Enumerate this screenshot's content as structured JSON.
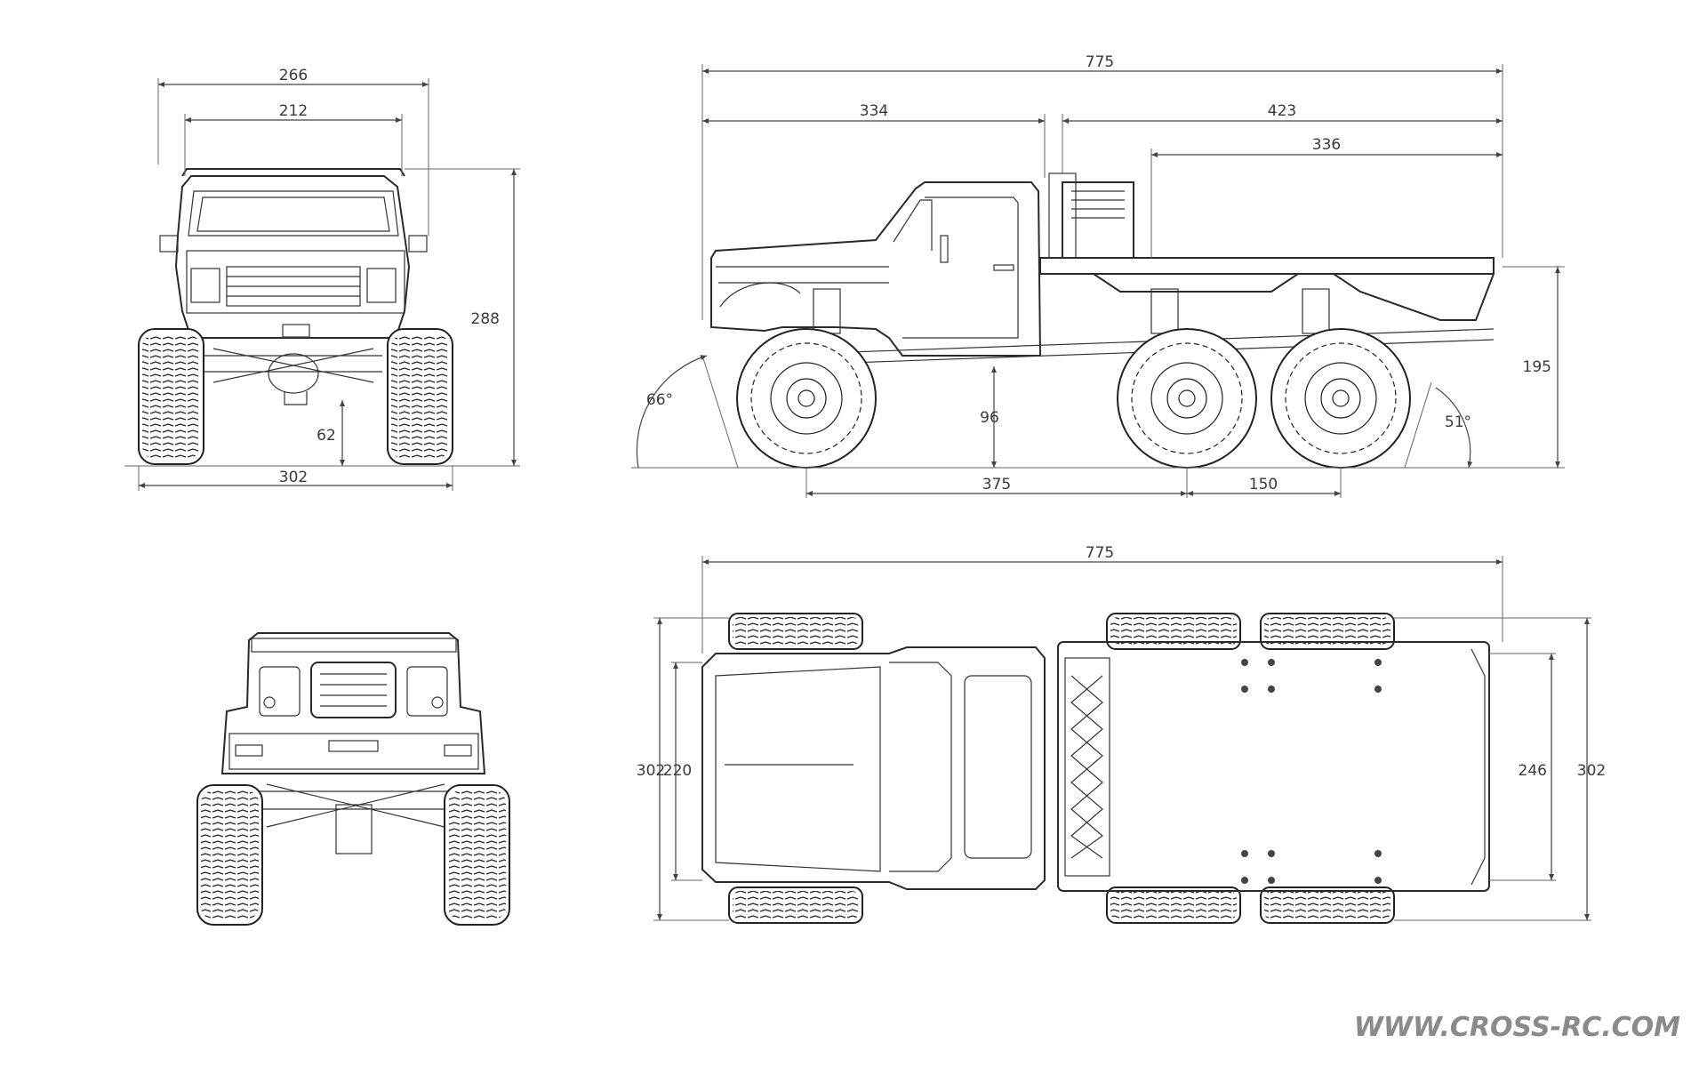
{
  "website": "WWW.CROSS-RC.COM",
  "front_view": {
    "overall_width": "266",
    "body_width": "212",
    "height": "288",
    "ground_clearance": "62",
    "track_width": "302"
  },
  "side_view": {
    "overall_length": "775",
    "cab_length": "334",
    "bed_length": "423",
    "flatbed_length": "336",
    "height_to_bed": "195",
    "ground_clearance": "96",
    "wheelbase_front": "375",
    "wheelbase_rear": "150",
    "approach_angle": "66°",
    "departure_angle": "51°"
  },
  "top_view": {
    "overall_length": "775",
    "overall_width_left": "302",
    "body_width_left": "220",
    "bed_width": "246",
    "overall_width_right": "302"
  }
}
